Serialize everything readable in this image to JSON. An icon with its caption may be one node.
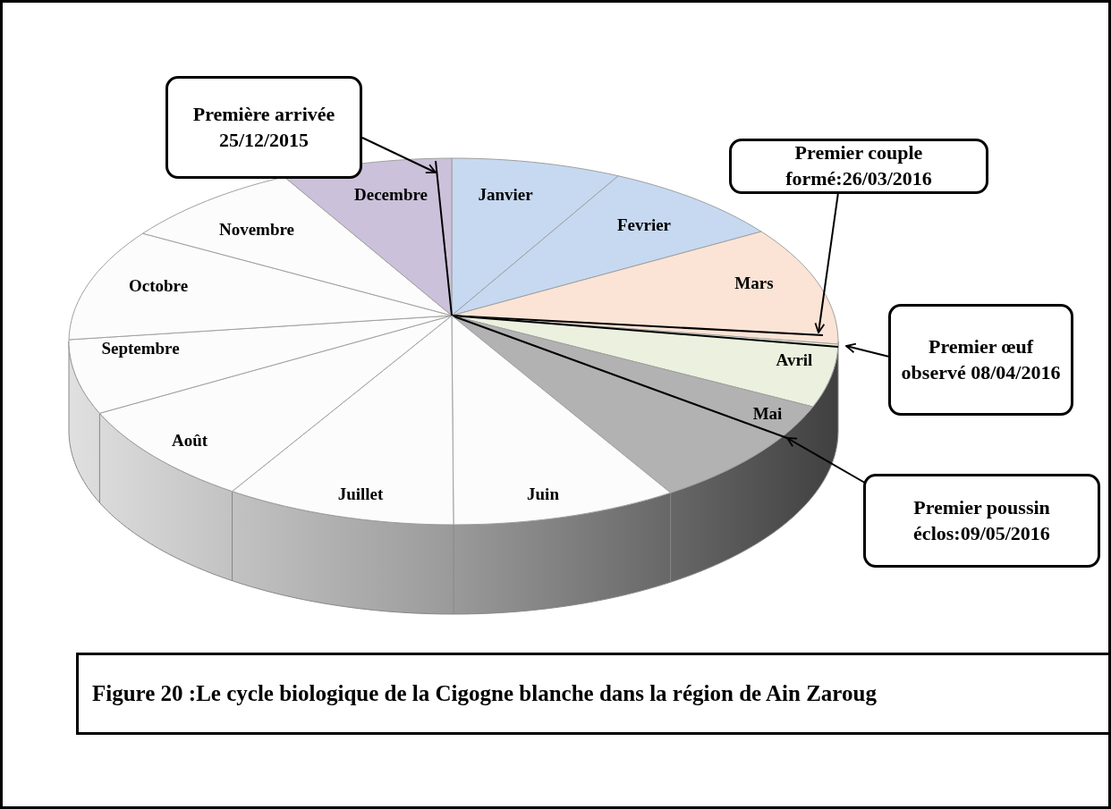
{
  "diagram": {
    "caption": "Figure 20 :Le cycle biologique de la Cigogne blanche dans la région de Ain Zaroug",
    "nodes": [
      {
        "text": [
          "Première arrivée 25/12/2015"
        ]
      },
      {
        "text": [
          "Premier couple formé:26/03/2016"
        ]
      },
      {
        "text": [
          "Premier œuf observé 08/04/2016"
        ]
      },
      {
        "text": [
          "Premier poussin éclos:09/05/2016"
        ]
      },
      {
        "text": [
          "Janvier"
        ]
      },
      {
        "text": [
          "Fevrier"
        ]
      },
      {
        "text": [
          "Mars"
        ]
      },
      {
        "text": [
          "Avril"
        ]
      },
      {
        "text": [
          "Mai"
        ]
      },
      {
        "text": [
          "Juin"
        ]
      },
      {
        "text": [
          "Juillet"
        ]
      },
      {
        "text": [
          "Août"
        ]
      },
      {
        "text": [
          "Septembre"
        ]
      },
      {
        "text": [
          "Octobre"
        ]
      },
      {
        "text": [
          "Novembre"
        ]
      },
      {
        "text": [
          "Decembre"
        ]
      }
    ],
    "edges": [
      {
        "from": 0,
        "to": 15,
        "arrow": "to"
      },
      {
        "from": 1,
        "to": 6,
        "arrow": "to"
      },
      {
        "from": 2,
        "to": 7,
        "arrow": "to"
      },
      {
        "from": 3,
        "to": 8,
        "arrow": "to"
      }
    ]
  }
}
